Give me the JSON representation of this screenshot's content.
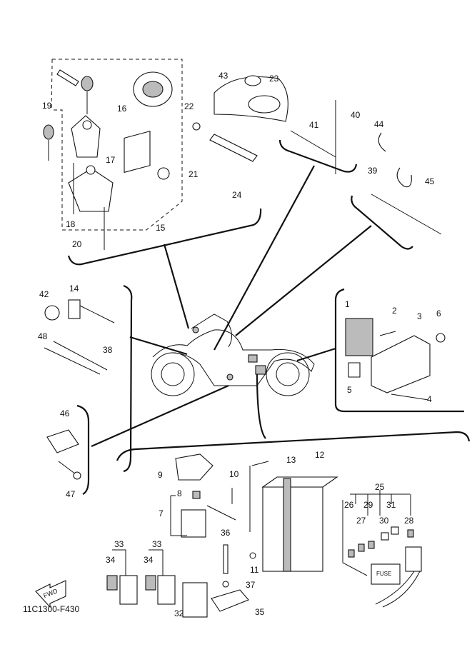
{
  "diagram_code": "11C1300-F430",
  "fwd_label": "FWD",
  "fuse_label": "FUSE",
  "callouts": [
    "19",
    "16",
    "22",
    "43",
    "23",
    "40",
    "41",
    "44",
    "45",
    "39",
    "17",
    "21",
    "24",
    "18",
    "15",
    "20",
    "42",
    "14",
    "48",
    "38",
    "1",
    "2",
    "3",
    "6",
    "5",
    "4",
    "46",
    "47",
    "9",
    "8",
    "7",
    "10",
    "13",
    "12",
    "11",
    "25",
    "26",
    "29",
    "31",
    "27",
    "30",
    "28",
    "36",
    "37",
    "35",
    "32",
    "33",
    "34",
    "33",
    "34"
  ]
}
